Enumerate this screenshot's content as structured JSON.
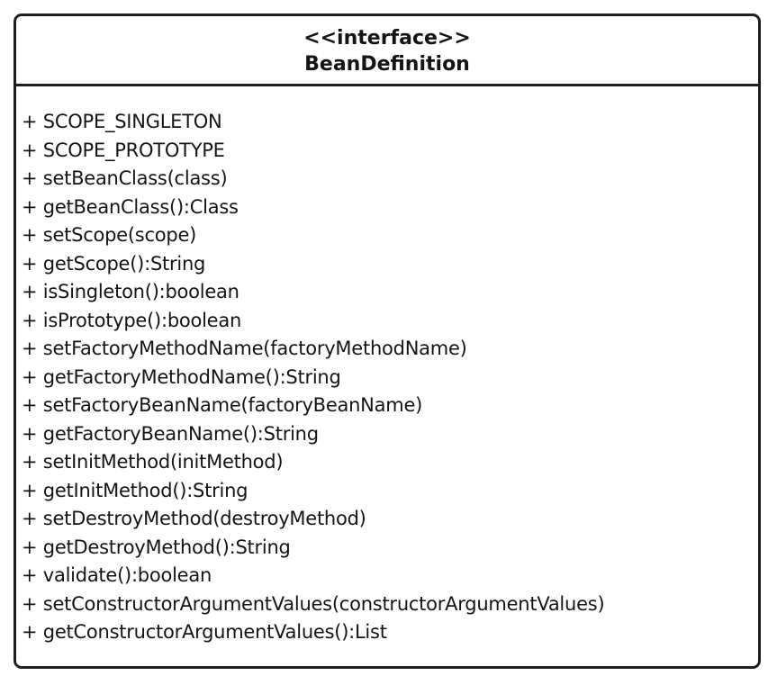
{
  "uml_class": {
    "stereotype": "<<interface>>",
    "name": "BeanDefinition",
    "members": [
      "+ SCOPE_SINGLETON",
      "+ SCOPE_PROTOTYPE",
      "+ setBeanClass(class)",
      "+ getBeanClass():Class",
      "+ setScope(scope)",
      "+ getScope():String",
      "+ isSingleton():boolean",
      "+ isPrototype():boolean",
      "+ setFactoryMethodName(factoryMethodName)",
      "+ getFactoryMethodName():String",
      "+ setFactoryBeanName(factoryBeanName)",
      "+ getFactoryBeanName():String",
      "+ setInitMethod(initMethod)",
      "+ getInitMethod():String",
      "+ setDestroyMethod(destroyMethod)",
      "+ getDestroyMethod():String",
      "+ validate():boolean",
      "+ setConstructorArgumentValues(constructorArgumentValues)",
      "+ getConstructorArgumentValues():List"
    ]
  }
}
